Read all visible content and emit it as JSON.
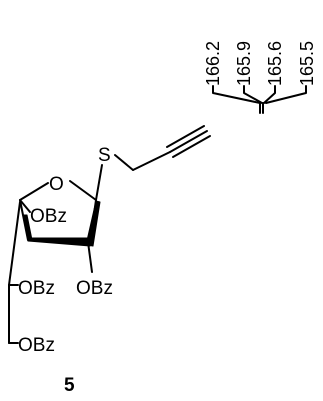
{
  "molecule": {
    "atoms": {
      "ring_o": "O",
      "sulfur": "S",
      "obz_c3": "OBz",
      "obz_c2": "OBz",
      "obz_c5": "OBz",
      "obz_c6": "OBz"
    },
    "compound_number": "5"
  },
  "nmr": {
    "shifts": [
      "166.2",
      "165.9",
      "165.6",
      "165.5"
    ]
  }
}
